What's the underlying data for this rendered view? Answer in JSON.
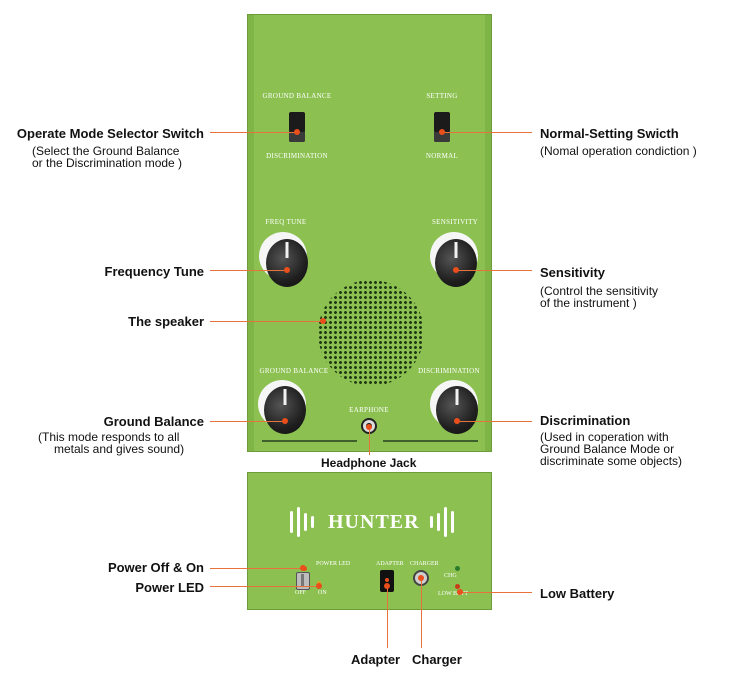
{
  "colors": {
    "panel": "#8cc152",
    "callout_line": "#e8733a",
    "marker": "#e94e1b"
  },
  "panel_labels": {
    "ground_balance_top": "GROUND BALANCE",
    "discrimination_switch": "DISCRIMINATION",
    "setting": "SETTING",
    "normal": "NORMAL",
    "freq_tune": "FREQ TUNE",
    "sensitivity": "SENSITIVITY",
    "ground_balance_knob": "GROUND BALANCE",
    "discrimination_knob": "DISCRIMINATION",
    "earphone": "EARPHONE",
    "brand": "HUNTER",
    "power_led": "POWER LED",
    "off": "OFF",
    "on": "ON",
    "adapter": "ADAPTER",
    "charger": "CHARGER",
    "chg": "CHG",
    "low_batt": "LOW BATT"
  },
  "callouts": {
    "operate_mode": {
      "title": "Operate Mode Selector Switch",
      "sub1": "(Select the Ground Balance",
      "sub2": "or the Discrimination mode )"
    },
    "normal_setting": {
      "title": "Normal-Setting Swicth",
      "sub1": "(Nomal operation condiction  )"
    },
    "frequency_tune": {
      "title": "Frequency Tune"
    },
    "sensitivity": {
      "title": "Sensitivity",
      "sub1": "(Control the sensitivity",
      "sub2": "of the instrument )"
    },
    "speaker": {
      "title": "The speaker"
    },
    "ground_balance": {
      "title": "Ground Balance",
      "sub1": "(This mode responds to all",
      "sub2": "metals and gives sound)"
    },
    "discrimination": {
      "title": "Discrimination",
      "sub1": "(Used in coperation with",
      "sub2": "Ground Balance Mode or",
      "sub3": "discriminate some objects)"
    },
    "headphone_jack": {
      "title": "Headphone Jack"
    },
    "power_off_on": {
      "title": "Power Off & On"
    },
    "power_led": {
      "title": "Power LED"
    },
    "low_battery": {
      "title": "Low Battery"
    },
    "adapter": {
      "title": "Adapter"
    },
    "charger": {
      "title": "Charger"
    }
  }
}
